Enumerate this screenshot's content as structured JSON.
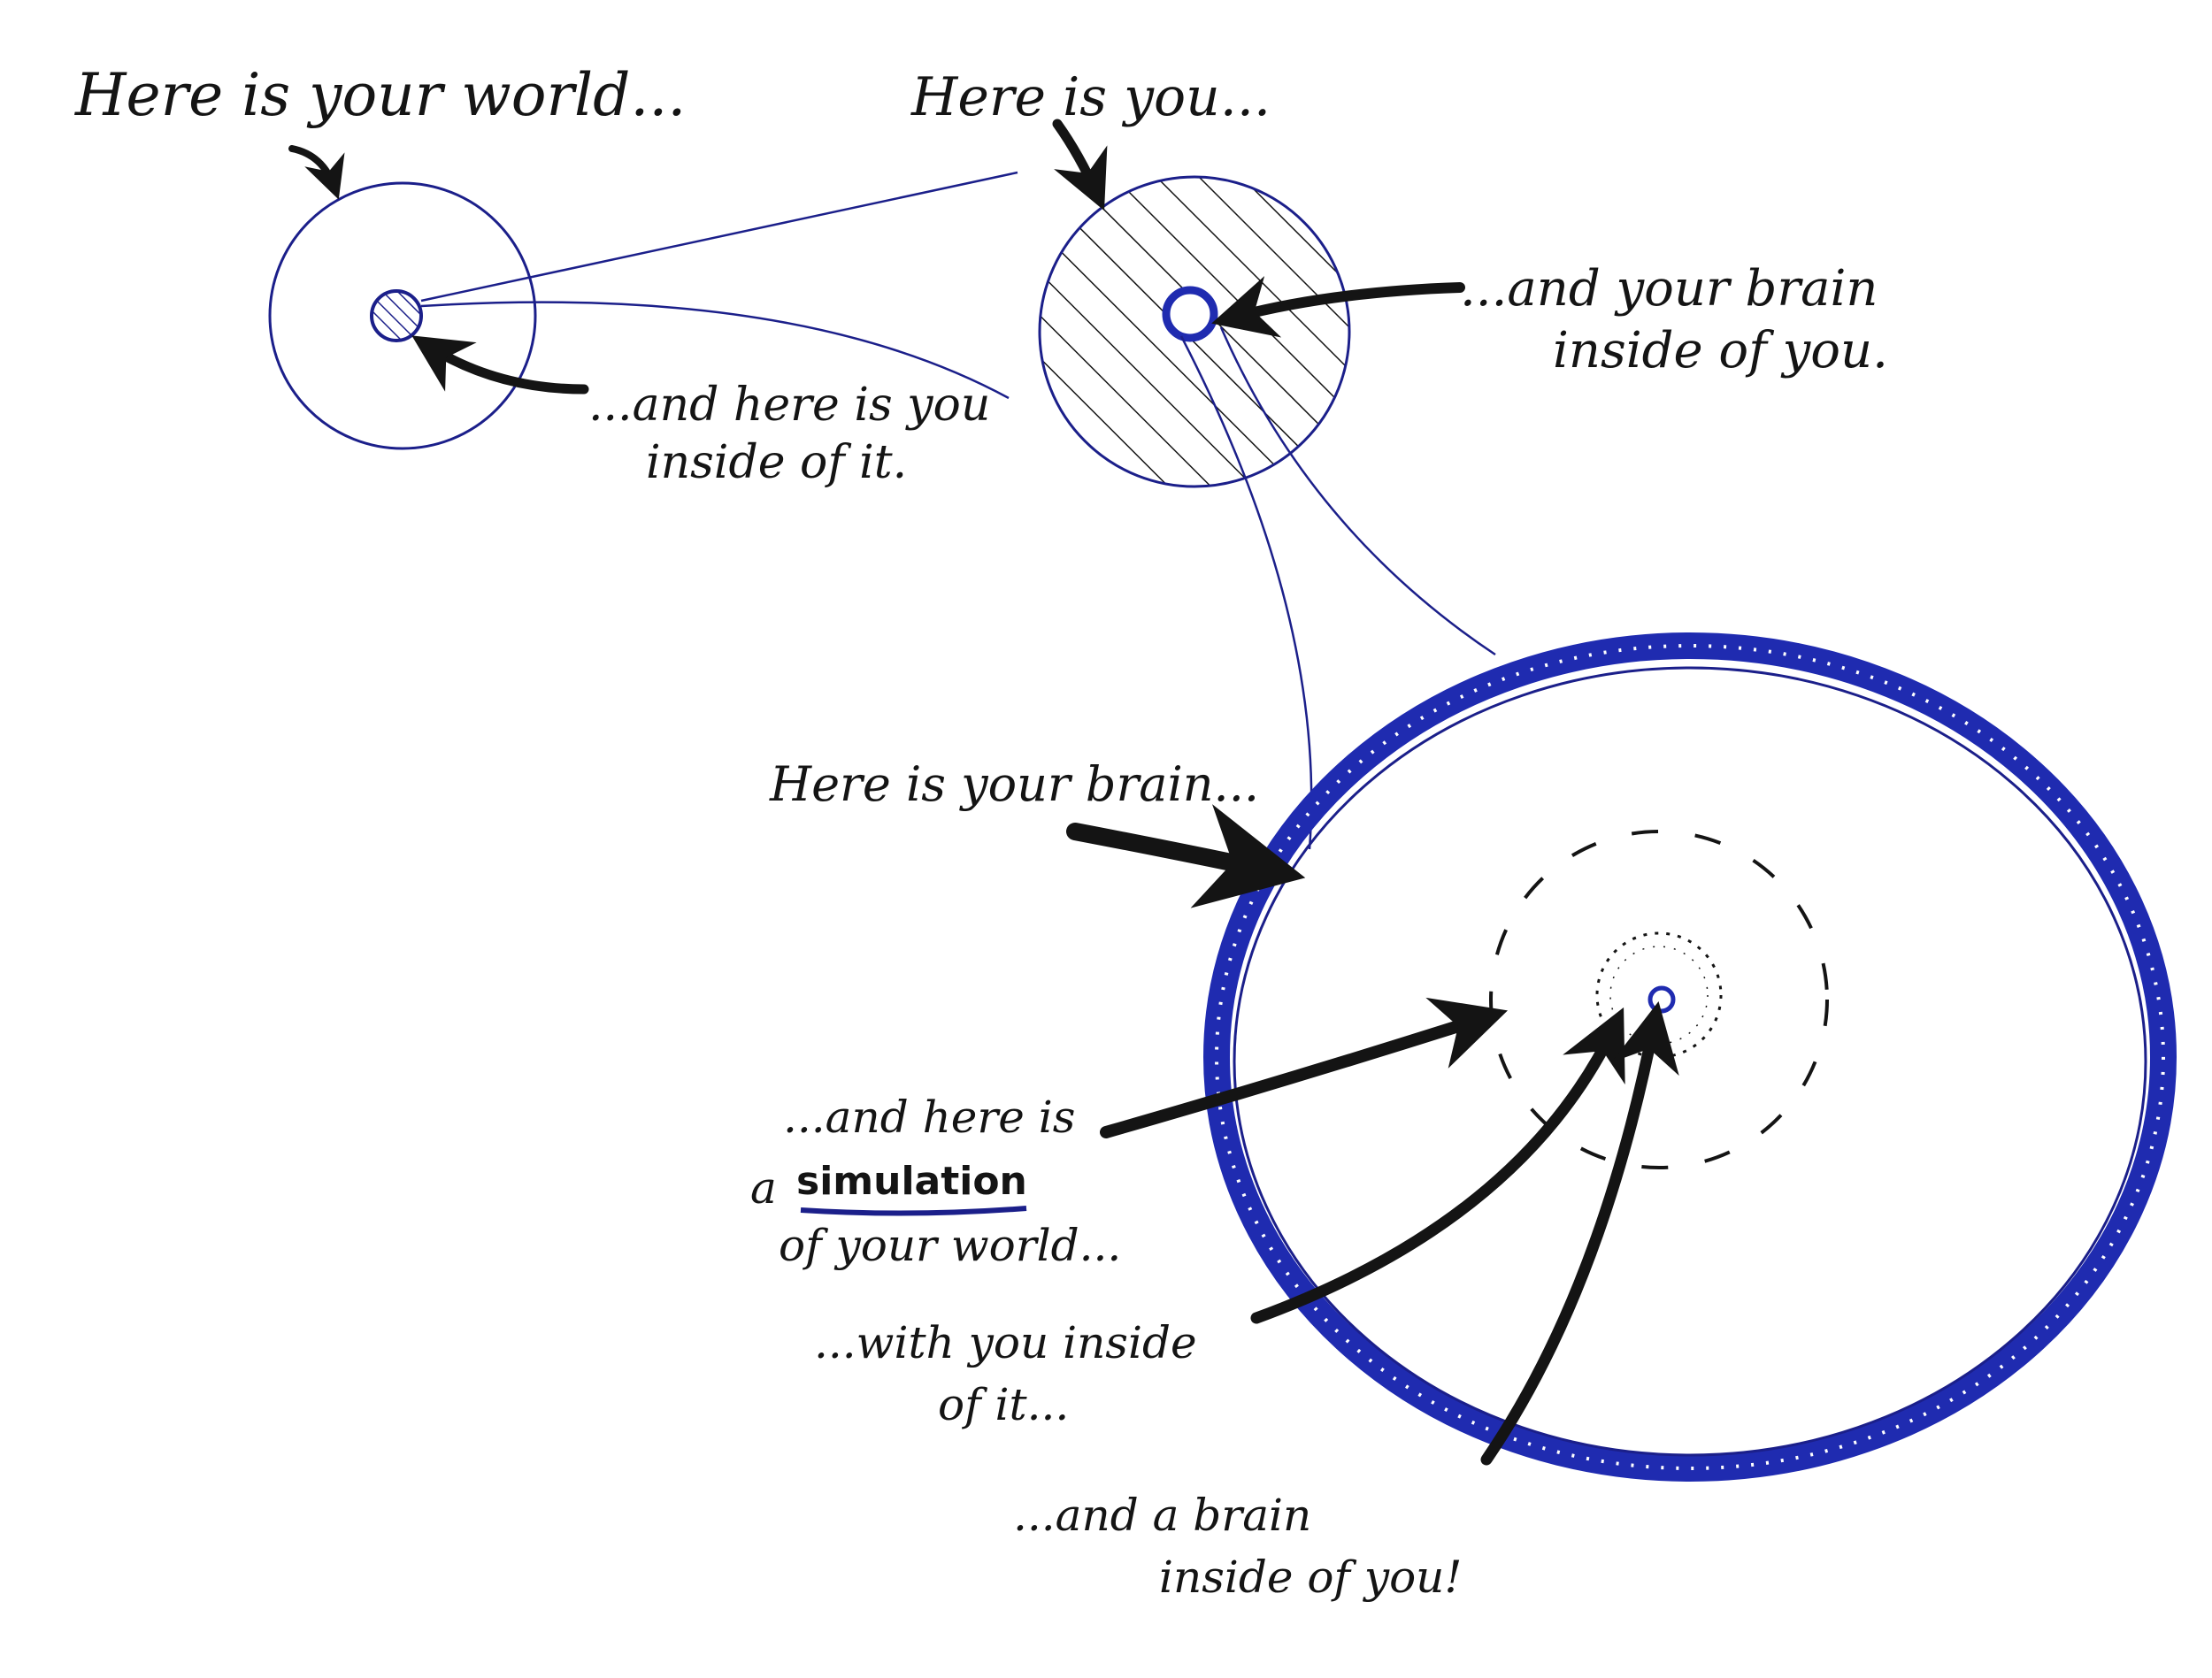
{
  "colors": {
    "ink": "#141414",
    "blue_ink": "#1b1f8a",
    "blue_thick": "#1f2bb0",
    "paper": "#ffffff"
  },
  "labels": {
    "world": "Here is your world...",
    "you_in_world_line1": "...and here is you",
    "you_in_world_line2": "inside of it.",
    "you": "Here is you...",
    "brain_in_you_line1": "...and your brain",
    "brain_in_you_line2": "inside of you.",
    "your_brain": "Here is your brain...",
    "simulation_line1": "...and here is",
    "simulation_prefix": "a",
    "simulation_word": "simulation",
    "simulation_line3": "of your world...",
    "you_inside_line1": "...with you inside",
    "you_inside_line2": "of it...",
    "brain_inside_line1": "...and a brain",
    "brain_inside_line2": "inside of you!"
  }
}
